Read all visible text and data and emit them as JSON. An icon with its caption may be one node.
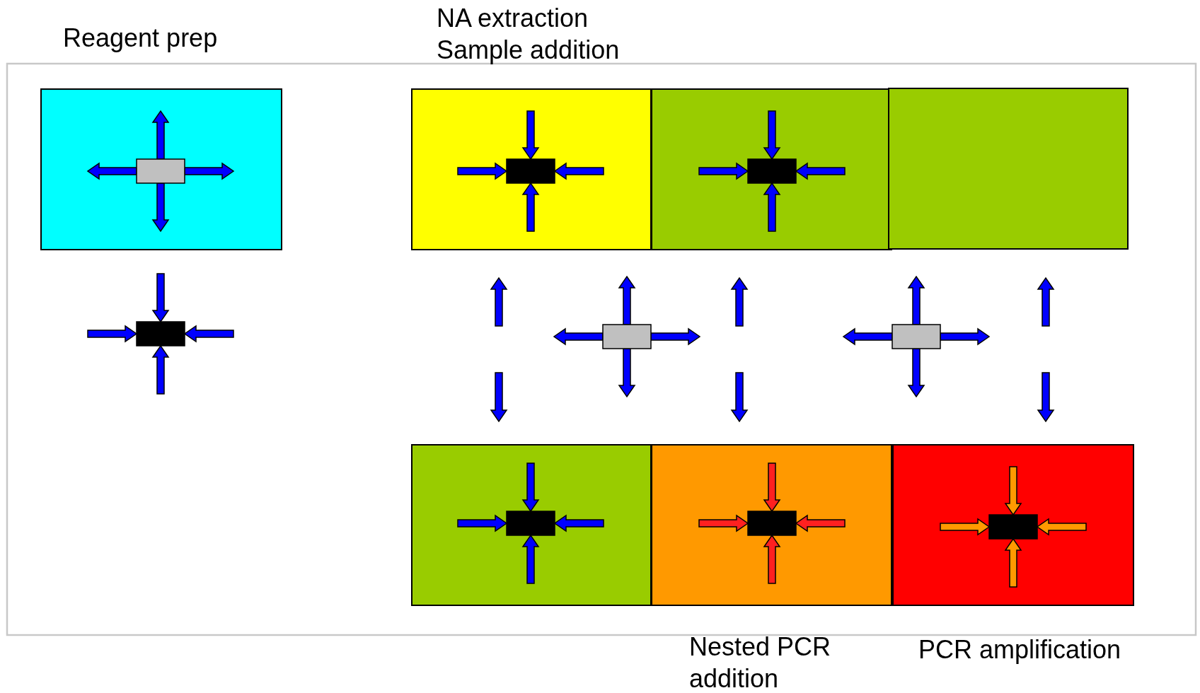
{
  "diagram": {
    "nodes": [
      {
        "text": [
          "Reagent prep"
        ]
      },
      {
        "text": [
          "NA extraction",
          "Sample addition"
        ]
      },
      {
        "text": [],
        "shape": "box"
      },
      {
        "text": [],
        "shape": "box"
      },
      {
        "text": [],
        "shape": "box"
      },
      {
        "text": [
          "Nested PCR addition"
        ]
      },
      {
        "text": [
          "PCR amplification"
        ]
      }
    ]
  }
}
